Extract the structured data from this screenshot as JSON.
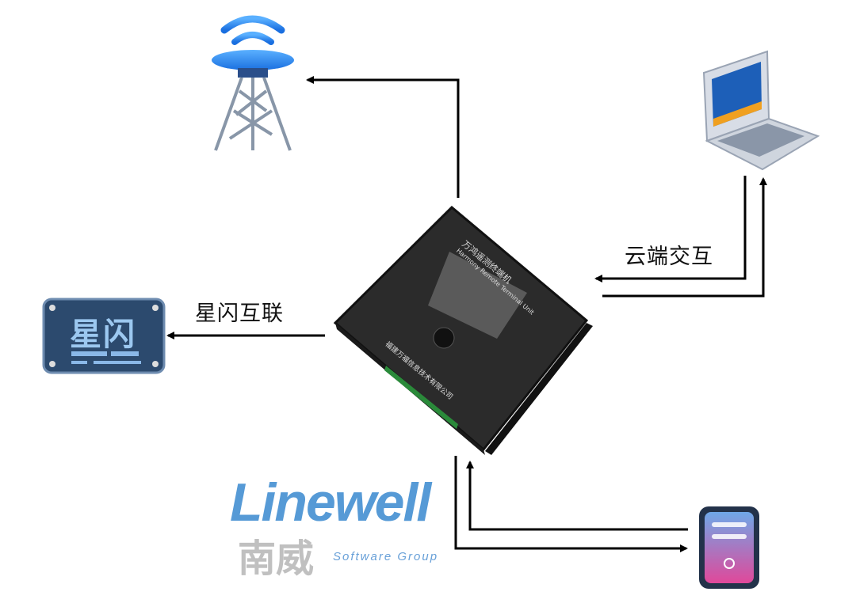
{
  "labels": {
    "satellite": "星闪互联",
    "cloud": "云端交互"
  },
  "badge_text": "星闪",
  "device": {
    "name_cn": "万鸿遥测终端机",
    "name_en": "Harmony Remote Terminal Unit",
    "company": "福建万福信息技术有限公司"
  },
  "watermark": {
    "brand": "Linewell",
    "brand_cn": "南威",
    "sub": "Software Group"
  },
  "colors": {
    "arrow": "#000000",
    "device": "#2b2b2b",
    "badge": "#2c4a6e",
    "brand": "#1e78c8"
  }
}
